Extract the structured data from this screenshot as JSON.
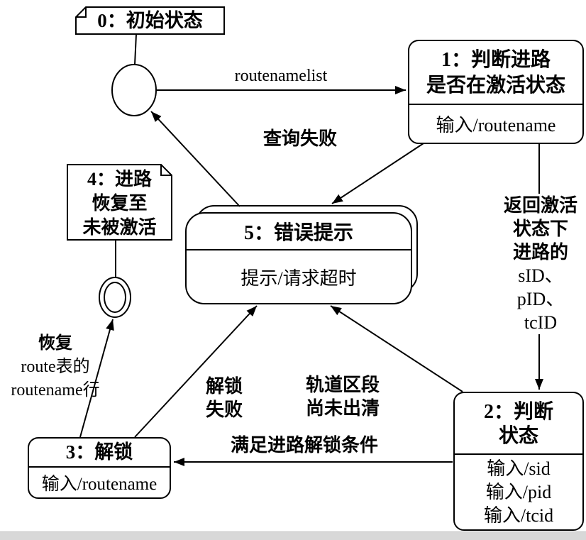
{
  "diagram": {
    "notes": {
      "note0": {
        "label": "0：初始状态"
      },
      "note4": {
        "lines": [
          "4：进路",
          "恢复至",
          "未被激活"
        ]
      }
    },
    "states": {
      "s1": {
        "title_lines": [
          "1：判断进路",
          "是否在激活状态"
        ],
        "body_lines": [
          "输入/routename"
        ]
      },
      "s2": {
        "title_lines": [
          "2：判断",
          "状态"
        ],
        "body_lines": [
          "输入/sid",
          "输入/pid",
          "输入/tcid"
        ]
      },
      "s3": {
        "title_lines": [
          "3：解锁"
        ],
        "body_lines": [
          "输入/routename"
        ]
      },
      "s5": {
        "title_lines": [
          "5：错误提示"
        ],
        "body_lines": [
          "提示/请求超时"
        ]
      }
    },
    "transitions": {
      "init_to_s1_label": "routenamelist",
      "s1_to_s5_label": "查询失败",
      "s1_to_s2_label_lines": [
        "返回激活",
        "状态下",
        "进路的",
        "sID、",
        "pID、",
        "tcID"
      ],
      "s2_to_s3_label": "满足进路解锁条件",
      "s3_to_s5_label_lines": [
        "解锁",
        "失败"
      ],
      "s2_to_s5_label_lines": [
        "轨道区段",
        "尚未出清"
      ],
      "s3_to_final_label_lines": [
        "恢复",
        "route表的",
        "routename行"
      ]
    },
    "colors": {
      "stroke": "#000000",
      "background": "#ffffff",
      "bottom_bar": "#d8d8d8"
    }
  }
}
